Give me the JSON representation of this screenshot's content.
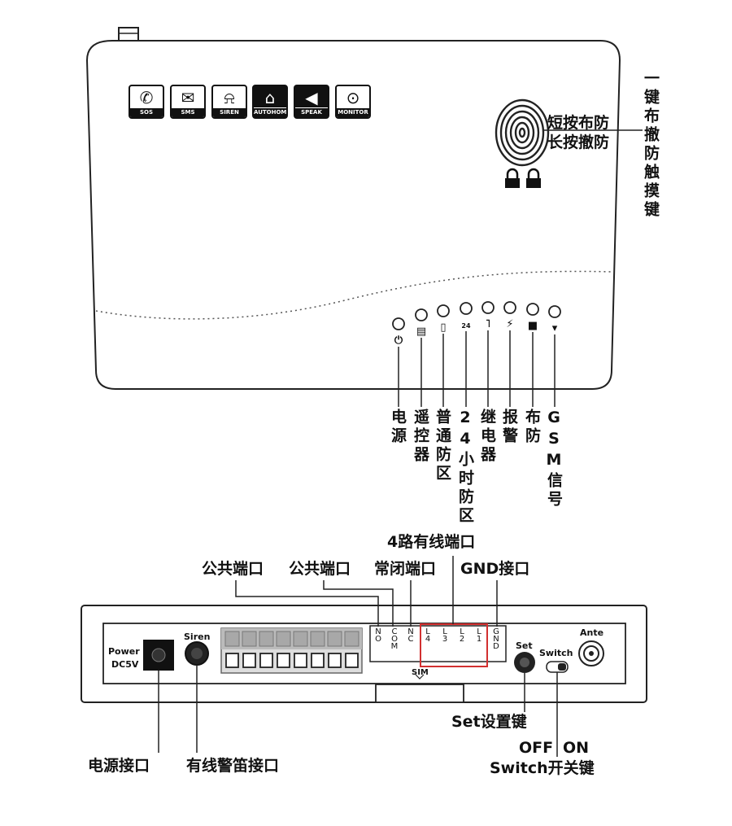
{
  "front": {
    "feature_icons": [
      {
        "label": "SOS",
        "icon": "phone-icon"
      },
      {
        "label": "SMS",
        "icon": "envelope-icon"
      },
      {
        "label": "SIREN",
        "icon": "bell-icon"
      },
      {
        "label": "AUTOHOME",
        "icon": "house-icon"
      },
      {
        "label": "SPEAK",
        "icon": "speaker-icon"
      },
      {
        "label": "MONITOR",
        "icon": "ear-icon"
      }
    ],
    "fingerprint_text_1": "短按布防",
    "fingerprint_text_2": "长按撤防",
    "touch_key_label": "一键布撤防触摸键",
    "indicators": [
      {
        "label": "电源",
        "icon": "power-icon"
      },
      {
        "label": "遥控器",
        "icon": "remote-icon"
      },
      {
        "label": "普通防区",
        "icon": "sensor-icon"
      },
      {
        "label": "24小时防区",
        "icon": "24h-icon"
      },
      {
        "label": "继电器",
        "icon": "relay-icon"
      },
      {
        "label": "报警",
        "icon": "alarm-bolt-icon"
      },
      {
        "label": "布防",
        "icon": "lock-icon"
      },
      {
        "label": "GSM信号",
        "icon": "signal-icon"
      }
    ]
  },
  "back": {
    "top_labels": {
      "four_wired": "4路有线端口",
      "common1": "公共端口",
      "common2": "公共端口",
      "nc": "常闭端口",
      "gnd": "GND接口"
    },
    "panel": {
      "power": "Power",
      "dc": "DC5V",
      "siren": "Siren",
      "terminals": [
        "N O",
        "COM",
        "N C",
        "L 4",
        "L 3",
        "L 2",
        "L 1",
        "GND"
      ],
      "sim": "SIM",
      "set": "Set",
      "switch": "Switch",
      "ante": "Ante"
    },
    "bottom_labels": {
      "power_port": "电源接口",
      "siren_port": "有线警笛接口",
      "set_key": "Set设置键",
      "off": "OFF",
      "on": "ON",
      "switch_key": "Switch开关键"
    }
  }
}
